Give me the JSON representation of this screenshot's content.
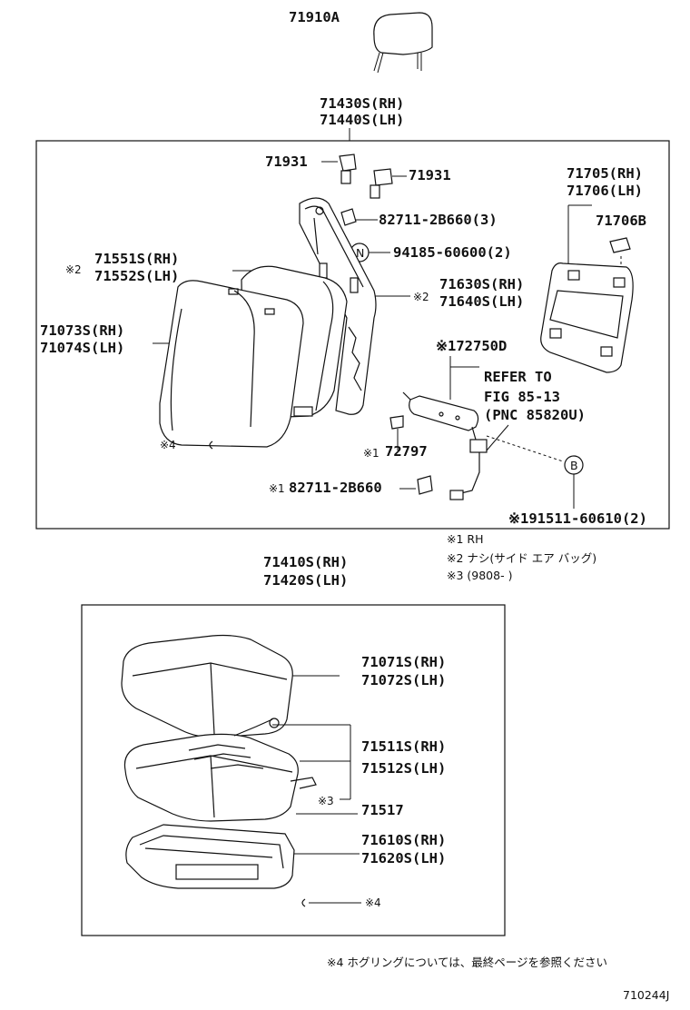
{
  "labels": {
    "headrest": "71910A",
    "back_assy_rh": "71430S(RH)",
    "back_assy_lh": "71440S(LH)",
    "guide_left": "71931",
    "guide_right": "71931",
    "hog_ring_top": "82711-2B660(3)",
    "nut": "94185-60600(2)",
    "board_rh": "71705(RH)",
    "board_lh": "71706(LH)",
    "board_clip": "71706B",
    "pad_rh": "71551S(RH)",
    "pad_lh": "71552S(LH)",
    "pad_note": "※2",
    "frame_rh": "71630S(RH)",
    "frame_lh": "71640S(LH)",
    "frame_note": "※2",
    "cover_rh": "71073S(RH)",
    "cover_lh": "71074S(LH)",
    "airbag": "※172750D",
    "refer_1": "REFER TO",
    "refer_2": "FIG 85-13",
    "refer_3": "(PNC 85820U)",
    "lower_note": "※4",
    "bracket": "72797",
    "bracket_note": "※1",
    "hog_ring_bottom": "82711-2B660",
    "hog_ring_bottom_note": "※1",
    "bolt": "※191511-60610(2)",
    "circle_n": "N",
    "circle_b": "B"
  },
  "footnotes": [
    "※1  RH",
    "※2  ナシ(サイド エア バッグ)",
    "※3  (9808-          )"
  ],
  "cushion": {
    "assy_rh": "71410S(RH)",
    "assy_lh": "71420S(LH)",
    "cover_rh": "71071S(RH)",
    "cover_lh": "71072S(LH)",
    "pad_rh": "71511S(RH)",
    "pad_lh": "71512S(LH)",
    "heater": "71517",
    "heater_note": "※3",
    "frame_rh": "71610S(RH)",
    "frame_lh": "71620S(LH)",
    "hog_ring_note": "※4"
  },
  "bottom_note": "※4  ホグリングについては、最終ページを参照ください",
  "figure_id": "710244J"
}
